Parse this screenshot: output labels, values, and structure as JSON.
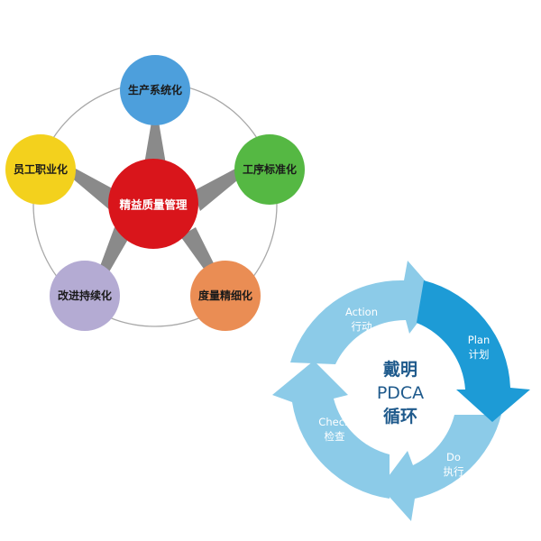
{
  "lean_diagram": {
    "center": {
      "label": "精益质量管理",
      "color": "#d9151b"
    },
    "nodes": [
      {
        "label": "生产系统化",
        "color": "#4d9fdc"
      },
      {
        "label": "工序标准化",
        "color": "#55b843"
      },
      {
        "label": "度量精细化",
        "color": "#ea8d54"
      },
      {
        "label": "改进持续化",
        "color": "#b4abd3"
      },
      {
        "label": "员工职业化",
        "color": "#f3d11d"
      }
    ]
  },
  "pdca_cycle": {
    "title_top": "戴明",
    "title_mid": "PDCA",
    "title_bottom": "循环",
    "stages": [
      {
        "en": "Plan",
        "zh": "计划",
        "color": "#1d9bd6"
      },
      {
        "en": "Do",
        "zh": "执行",
        "color": "#8ccbe8"
      },
      {
        "en": "Check",
        "zh": "检查",
        "color": "#8ccbe8"
      },
      {
        "en": "Action",
        "zh": "行动",
        "color": "#8ccbe8"
      }
    ]
  }
}
